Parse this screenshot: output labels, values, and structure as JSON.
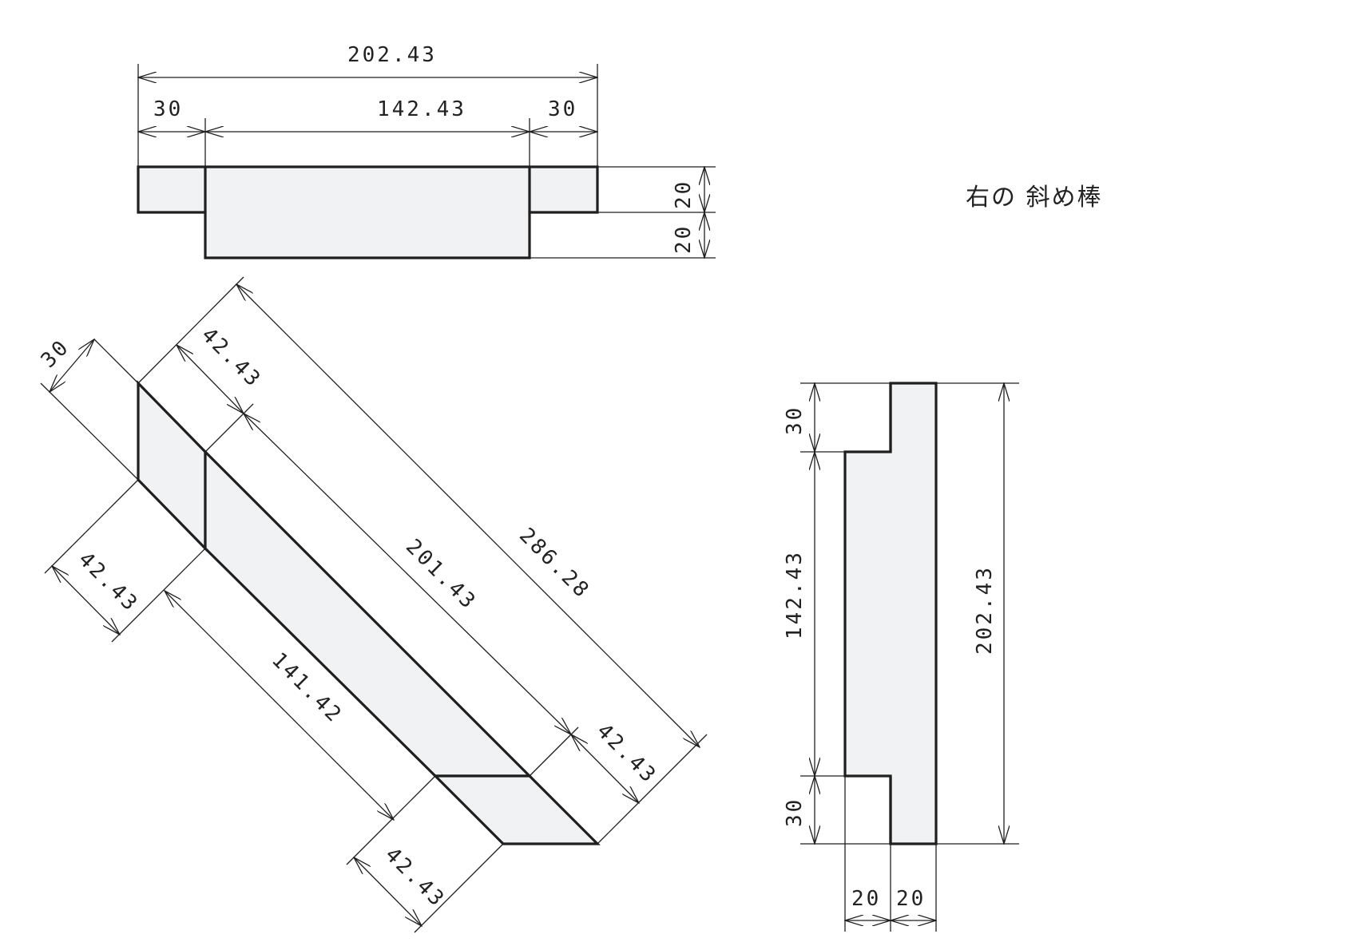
{
  "title": "右の 斜め棒",
  "top_view": {
    "overall_length": "202.43",
    "left_offset": "30",
    "center_length": "142.43",
    "right_offset": "30",
    "upper_thickness": "20",
    "lower_thickness": "20"
  },
  "side_view": {
    "top_offset": "30",
    "center_length": "142.43",
    "bottom_offset": "30",
    "overall_length": "202.43",
    "left_width": "20",
    "right_width": "20"
  },
  "diagonal_view": {
    "end_width": "30",
    "upper_step": "42.43",
    "lower_left_step": "42.43",
    "lower_right_step": "42.43",
    "right_step": "42.43",
    "inner_length": "201.43",
    "overall_length": "286.28",
    "bottom_length": "141.42"
  },
  "colors": {
    "part_fill": "#f1f2f4",
    "line": "#1f1f1f"
  }
}
